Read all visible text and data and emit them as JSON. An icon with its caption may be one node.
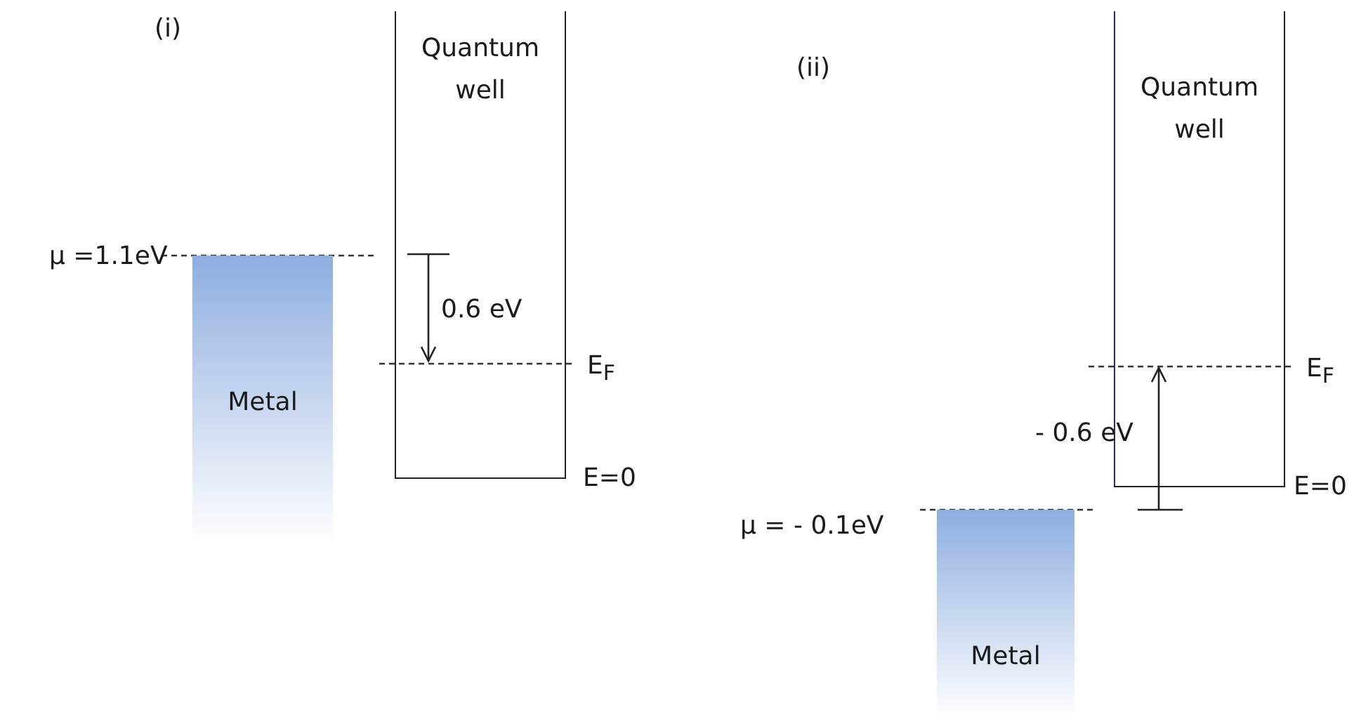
{
  "diagram": {
    "nodes": [
      {
        "text": [
          "Metal"
        ]
      },
      {
        "text": [
          "Quantum well"
        ]
      },
      {
        "text": [
          "Quantum well"
        ]
      },
      {
        "text": [
          "Metal"
        ]
      }
    ],
    "edges": [],
    "labels": [
      "(i)",
      "(ii)",
      "μ =1.1eV",
      "0.6 eV",
      "E$_{F}$",
      "E=0",
      "E$_{F}$",
      "- 0.6 eV",
      "E=0",
      "μ = - 0.1eV"
    ]
  }
}
